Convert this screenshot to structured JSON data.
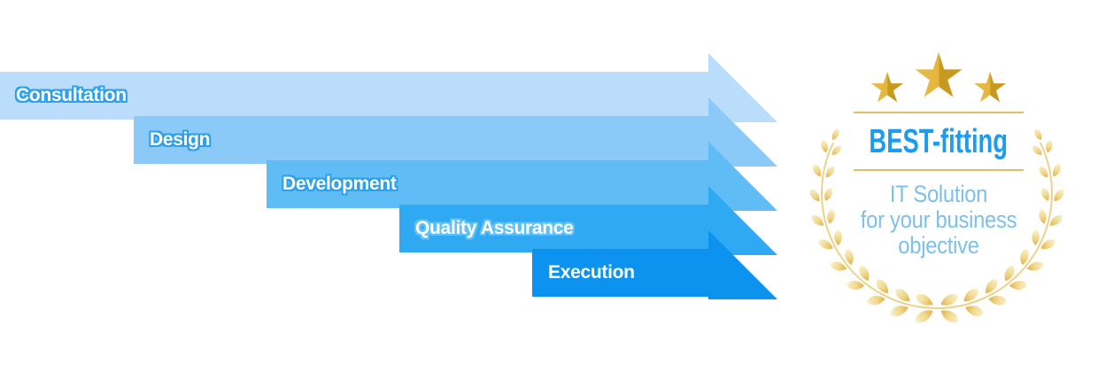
{
  "banner": {
    "steps": [
      {
        "label": "Consultation",
        "color": "#BADDFB",
        "label_outline": "#2E9FE9"
      },
      {
        "label": "Design",
        "color": "#8BCAF8",
        "label_outline": "#2E9FE9"
      },
      {
        "label": "Development",
        "color": "#5FBCF5",
        "label_outline": "#2E9FE9"
      },
      {
        "label": "Quality Assurance",
        "color": "#2FA9F2",
        "label_outline": "#5EC1F7"
      },
      {
        "label": "Execution",
        "color": "#0C93F0",
        "label_outline": "none"
      }
    ]
  },
  "badge": {
    "stars_count": 3,
    "title": "BEST-fitting",
    "title_color": "#1B9CF1",
    "tagline": [
      "IT Solution",
      "for your business",
      "objective"
    ],
    "tagline_color": "#7CC0EB",
    "divider_color": "#E0BD69",
    "star_gold_left": "#E5B53C",
    "star_gold_right": "#C9991F",
    "laurel_gold_pale": "#F9F2CC",
    "laurel_gold_deep": "#E2B14A"
  }
}
